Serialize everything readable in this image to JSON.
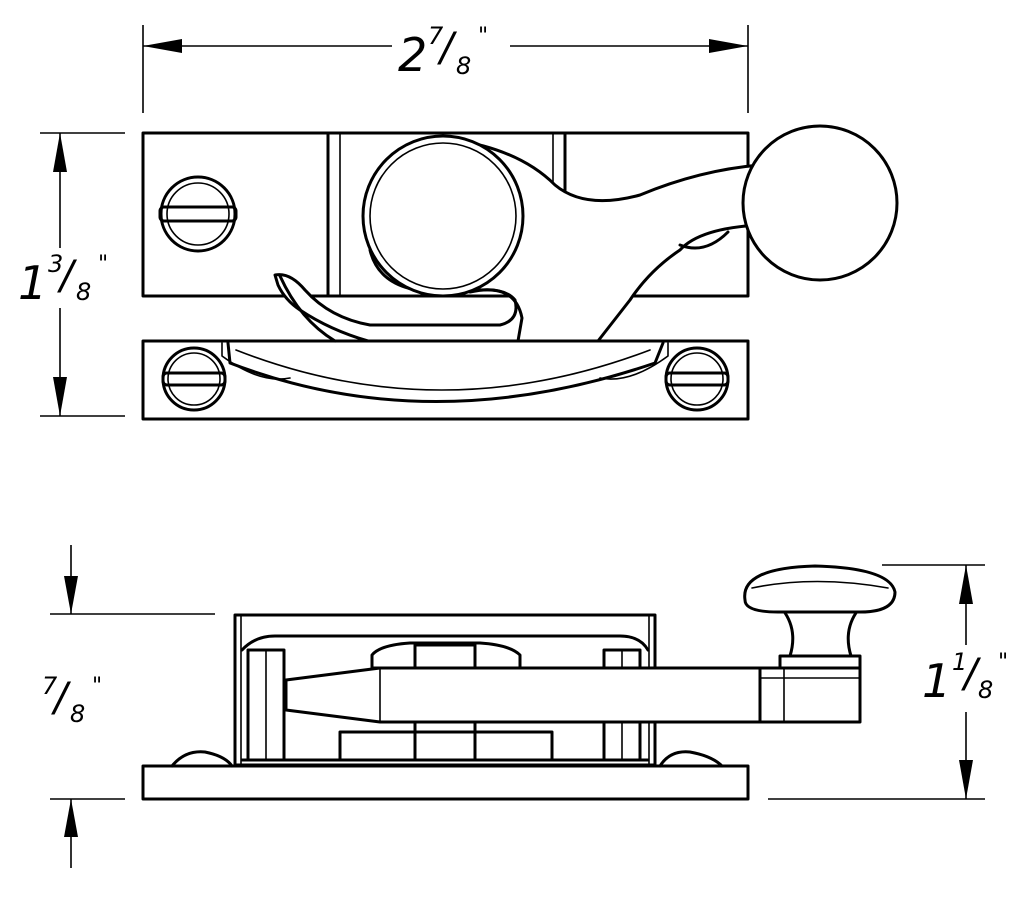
{
  "dimensions": {
    "width": {
      "whole": "2",
      "numerator": "7",
      "denominator": "8",
      "unit": "\""
    },
    "height": {
      "whole": "1",
      "numerator": "3",
      "denominator": "8",
      "unit": "\""
    },
    "base_height": {
      "whole": "",
      "numerator": "7",
      "denominator": "8",
      "unit": "\""
    },
    "knob_height": {
      "whole": "1",
      "numerator": "1",
      "denominator": "8",
      "unit": "\""
    }
  }
}
